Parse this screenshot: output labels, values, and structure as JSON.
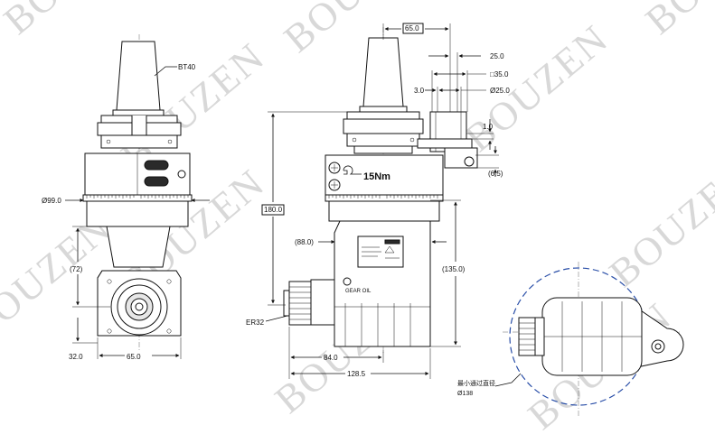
{
  "watermark": "BOUZEN",
  "left_view": {
    "holder_label": "BT40",
    "diameter_label": "Ø99.0",
    "height_label": "(72)",
    "offset_label": "32.0",
    "width_label": "65.0"
  },
  "middle_view": {
    "top_width_label": "65.0",
    "d25_label": "25.0",
    "sq35_label": "□35.0",
    "d3_label": "3.0",
    "dia25_label": "Ø25.0",
    "d1_label": "1.0",
    "d65_label": "(6.5)",
    "torque_label": "15Nm",
    "height180_label": "180.0",
    "d88_label": "(88.0)",
    "d135_label": "(135.0)",
    "er_label": "ER32",
    "oil_label": "GEAR OIL",
    "w84_label": "84.0",
    "w128_label": "128.5"
  },
  "right_view": {
    "note_label": "最小通过直径",
    "dia_label": "Ø138"
  }
}
